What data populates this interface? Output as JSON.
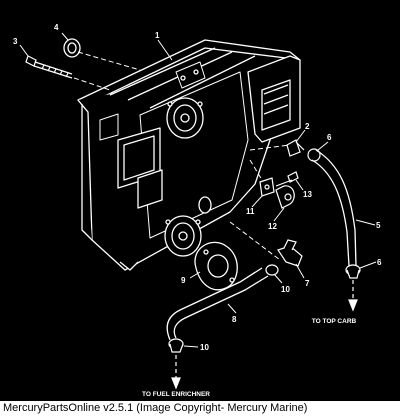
{
  "callouts": {
    "c1": "1",
    "c2": "2",
    "c3": "3",
    "c4": "4",
    "c5": "5",
    "c6a": "6",
    "c6b": "6",
    "c7": "7",
    "c8": "8",
    "c9": "9",
    "c10a": "10",
    "c10b": "10",
    "c11": "11",
    "c12": "12",
    "c13": "13"
  },
  "destinations": {
    "top_carb": "TO TOP CARB",
    "fuel_enrichner": "TO FUEL ENRICHNER"
  },
  "footer": {
    "caption": "MercuryPartsOnline v2.5.1 (Image Copyright- Mercury Marine)"
  },
  "colors": {
    "background": "#000000",
    "linework": "#ffffff",
    "footer_bg": "#ffffff"
  }
}
